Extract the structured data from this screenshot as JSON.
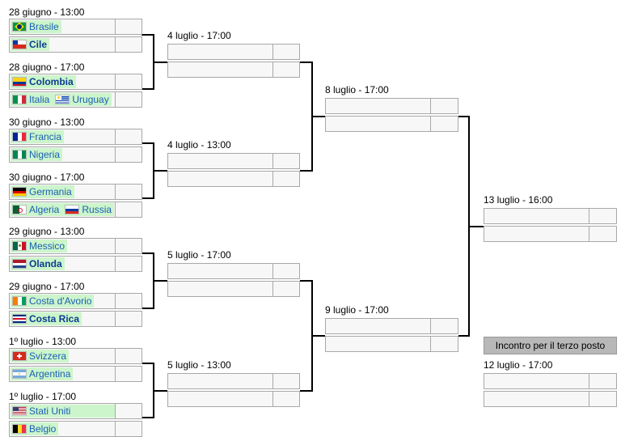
{
  "round_of_16": [
    {
      "date": "28 giugno - 13:00",
      "teams": [
        {
          "team": "Brasile",
          "flag": "brazil-flag",
          "bold": false,
          "highlight": true
        },
        {
          "team": "Cile",
          "flag": "chile-flag",
          "bold": true,
          "highlight": true
        }
      ]
    },
    {
      "date": "28 giugno - 17:00",
      "teams": [
        {
          "team": "Colombia",
          "flag": "colombia-flag",
          "bold": true,
          "highlight": true
        },
        {
          "team": "Italia",
          "flag": "italy-flag",
          "bold": false,
          "highlight": true,
          "alt_team": "Uruguay",
          "alt_flag": "uruguay-flag"
        }
      ]
    },
    {
      "date": "30 giugno - 13:00",
      "teams": [
        {
          "team": "Francia",
          "flag": "france-flag",
          "bold": false,
          "highlight": true
        },
        {
          "team": "Nigeria",
          "flag": "nigeria-flag",
          "bold": false,
          "highlight": true
        }
      ]
    },
    {
      "date": "30 giugno - 17:00",
      "teams": [
        {
          "team": "Germania",
          "flag": "germany-flag",
          "bold": false,
          "highlight": true
        },
        {
          "team": "Algeria",
          "flag": "algeria-flag",
          "bold": false,
          "highlight": true,
          "alt_team": "Russia",
          "alt_flag": "russia-flag"
        }
      ]
    },
    {
      "date": "29 giugno - 13:00",
      "teams": [
        {
          "team": "Messico",
          "flag": "mexico-flag",
          "bold": false,
          "highlight": true
        },
        {
          "team": "Olanda",
          "flag": "netherlands-flag",
          "bold": true,
          "highlight": true
        }
      ]
    },
    {
      "date": "29 giugno - 17:00",
      "teams": [
        {
          "team": "Costa d'Avorio",
          "flag": "ivory-coast-flag",
          "bold": false,
          "highlight": true
        },
        {
          "team": "Costa Rica",
          "flag": "costa-rica-flag",
          "bold": true,
          "highlight": true
        }
      ]
    },
    {
      "date": "1º luglio - 13:00",
      "teams": [
        {
          "team": "Svizzera",
          "flag": "switzerland-flag",
          "bold": false,
          "highlight": true
        },
        {
          "team": "Argentina",
          "flag": "argentina-flag",
          "bold": false,
          "highlight": true
        }
      ]
    },
    {
      "date": "1º luglio - 17:00",
      "teams": [
        {
          "team": "Stati Uniti",
          "flag": "usa-flag",
          "bold": false,
          "highlight": false
        },
        {
          "team": "Belgio",
          "flag": "belgium-flag",
          "bold": false,
          "highlight": true
        }
      ]
    }
  ],
  "quarter_finals": [
    {
      "date": "4 luglio - 17:00"
    },
    {
      "date": "4 luglio - 13:00"
    },
    {
      "date": "5 luglio - 17:00"
    },
    {
      "date": "5 luglio - 13:00"
    }
  ],
  "semi_finals": [
    {
      "date": "8 luglio - 17:00"
    },
    {
      "date": "9 luglio - 17:00"
    }
  ],
  "final": {
    "date": "13 luglio - 16:00"
  },
  "third_place": {
    "label": "Incontro per il terzo posto",
    "date": "12 luglio - 17:00"
  },
  "colors": {
    "winner_bg": "#ccf5cc",
    "cell_bg": "#f7f7f7",
    "border": "#a8a8a8",
    "line": "#000000",
    "third_bg": "#b8b8b8"
  }
}
